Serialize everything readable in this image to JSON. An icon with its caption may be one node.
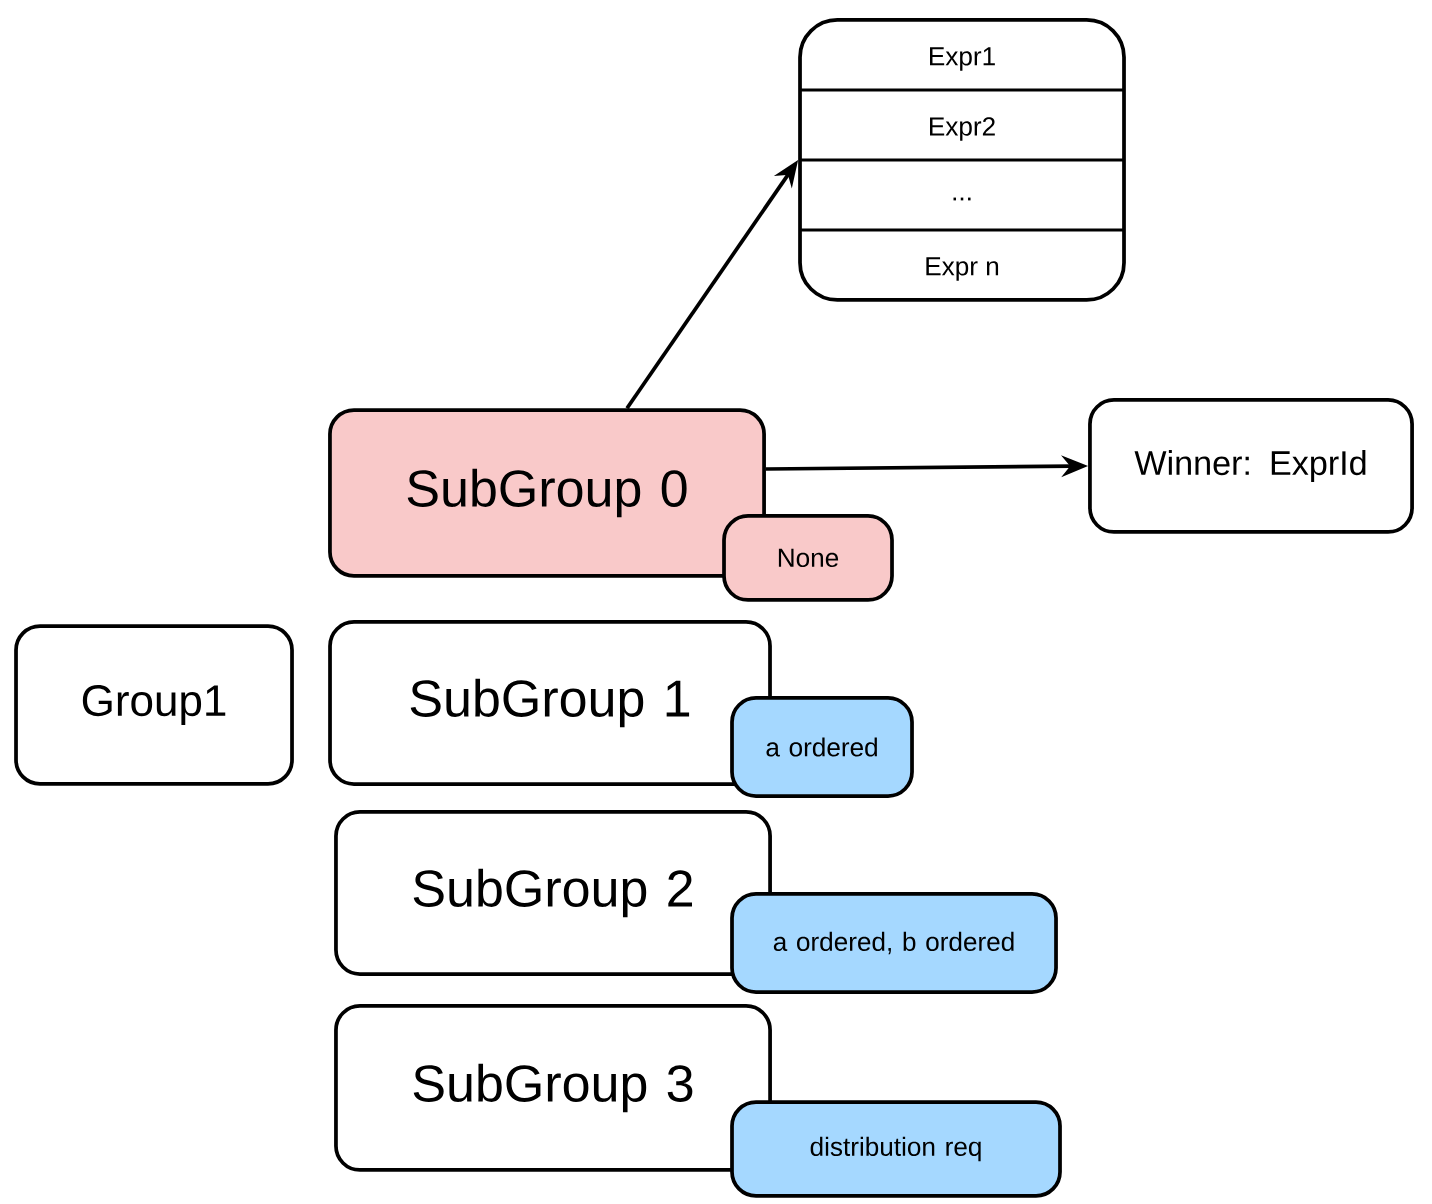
{
  "diagram": {
    "nodes": [
      {
        "text": [
          "Expr1",
          "Expr2",
          "...",
          "Expr n"
        ]
      },
      {
        "text": [
          "SubGroup 0"
        ]
      },
      {
        "text": [
          "None"
        ]
      },
      {
        "text": [
          "Winner: ExprId"
        ]
      },
      {
        "text": [
          "Group1"
        ]
      },
      {
        "text": [
          "SubGroup 1"
        ]
      },
      {
        "text": [
          "a ordered"
        ]
      },
      {
        "text": [
          "SubGroup 2"
        ]
      },
      {
        "text": [
          "a ordered, b ordered"
        ]
      },
      {
        "text": [
          "SubGroup 3"
        ]
      },
      {
        "text": [
          "distribution req"
        ]
      }
    ],
    "edges": [
      {
        "from": 1,
        "to": 0,
        "arrow": "to"
      },
      {
        "from": 1,
        "to": 3,
        "arrow": "to"
      }
    ]
  }
}
